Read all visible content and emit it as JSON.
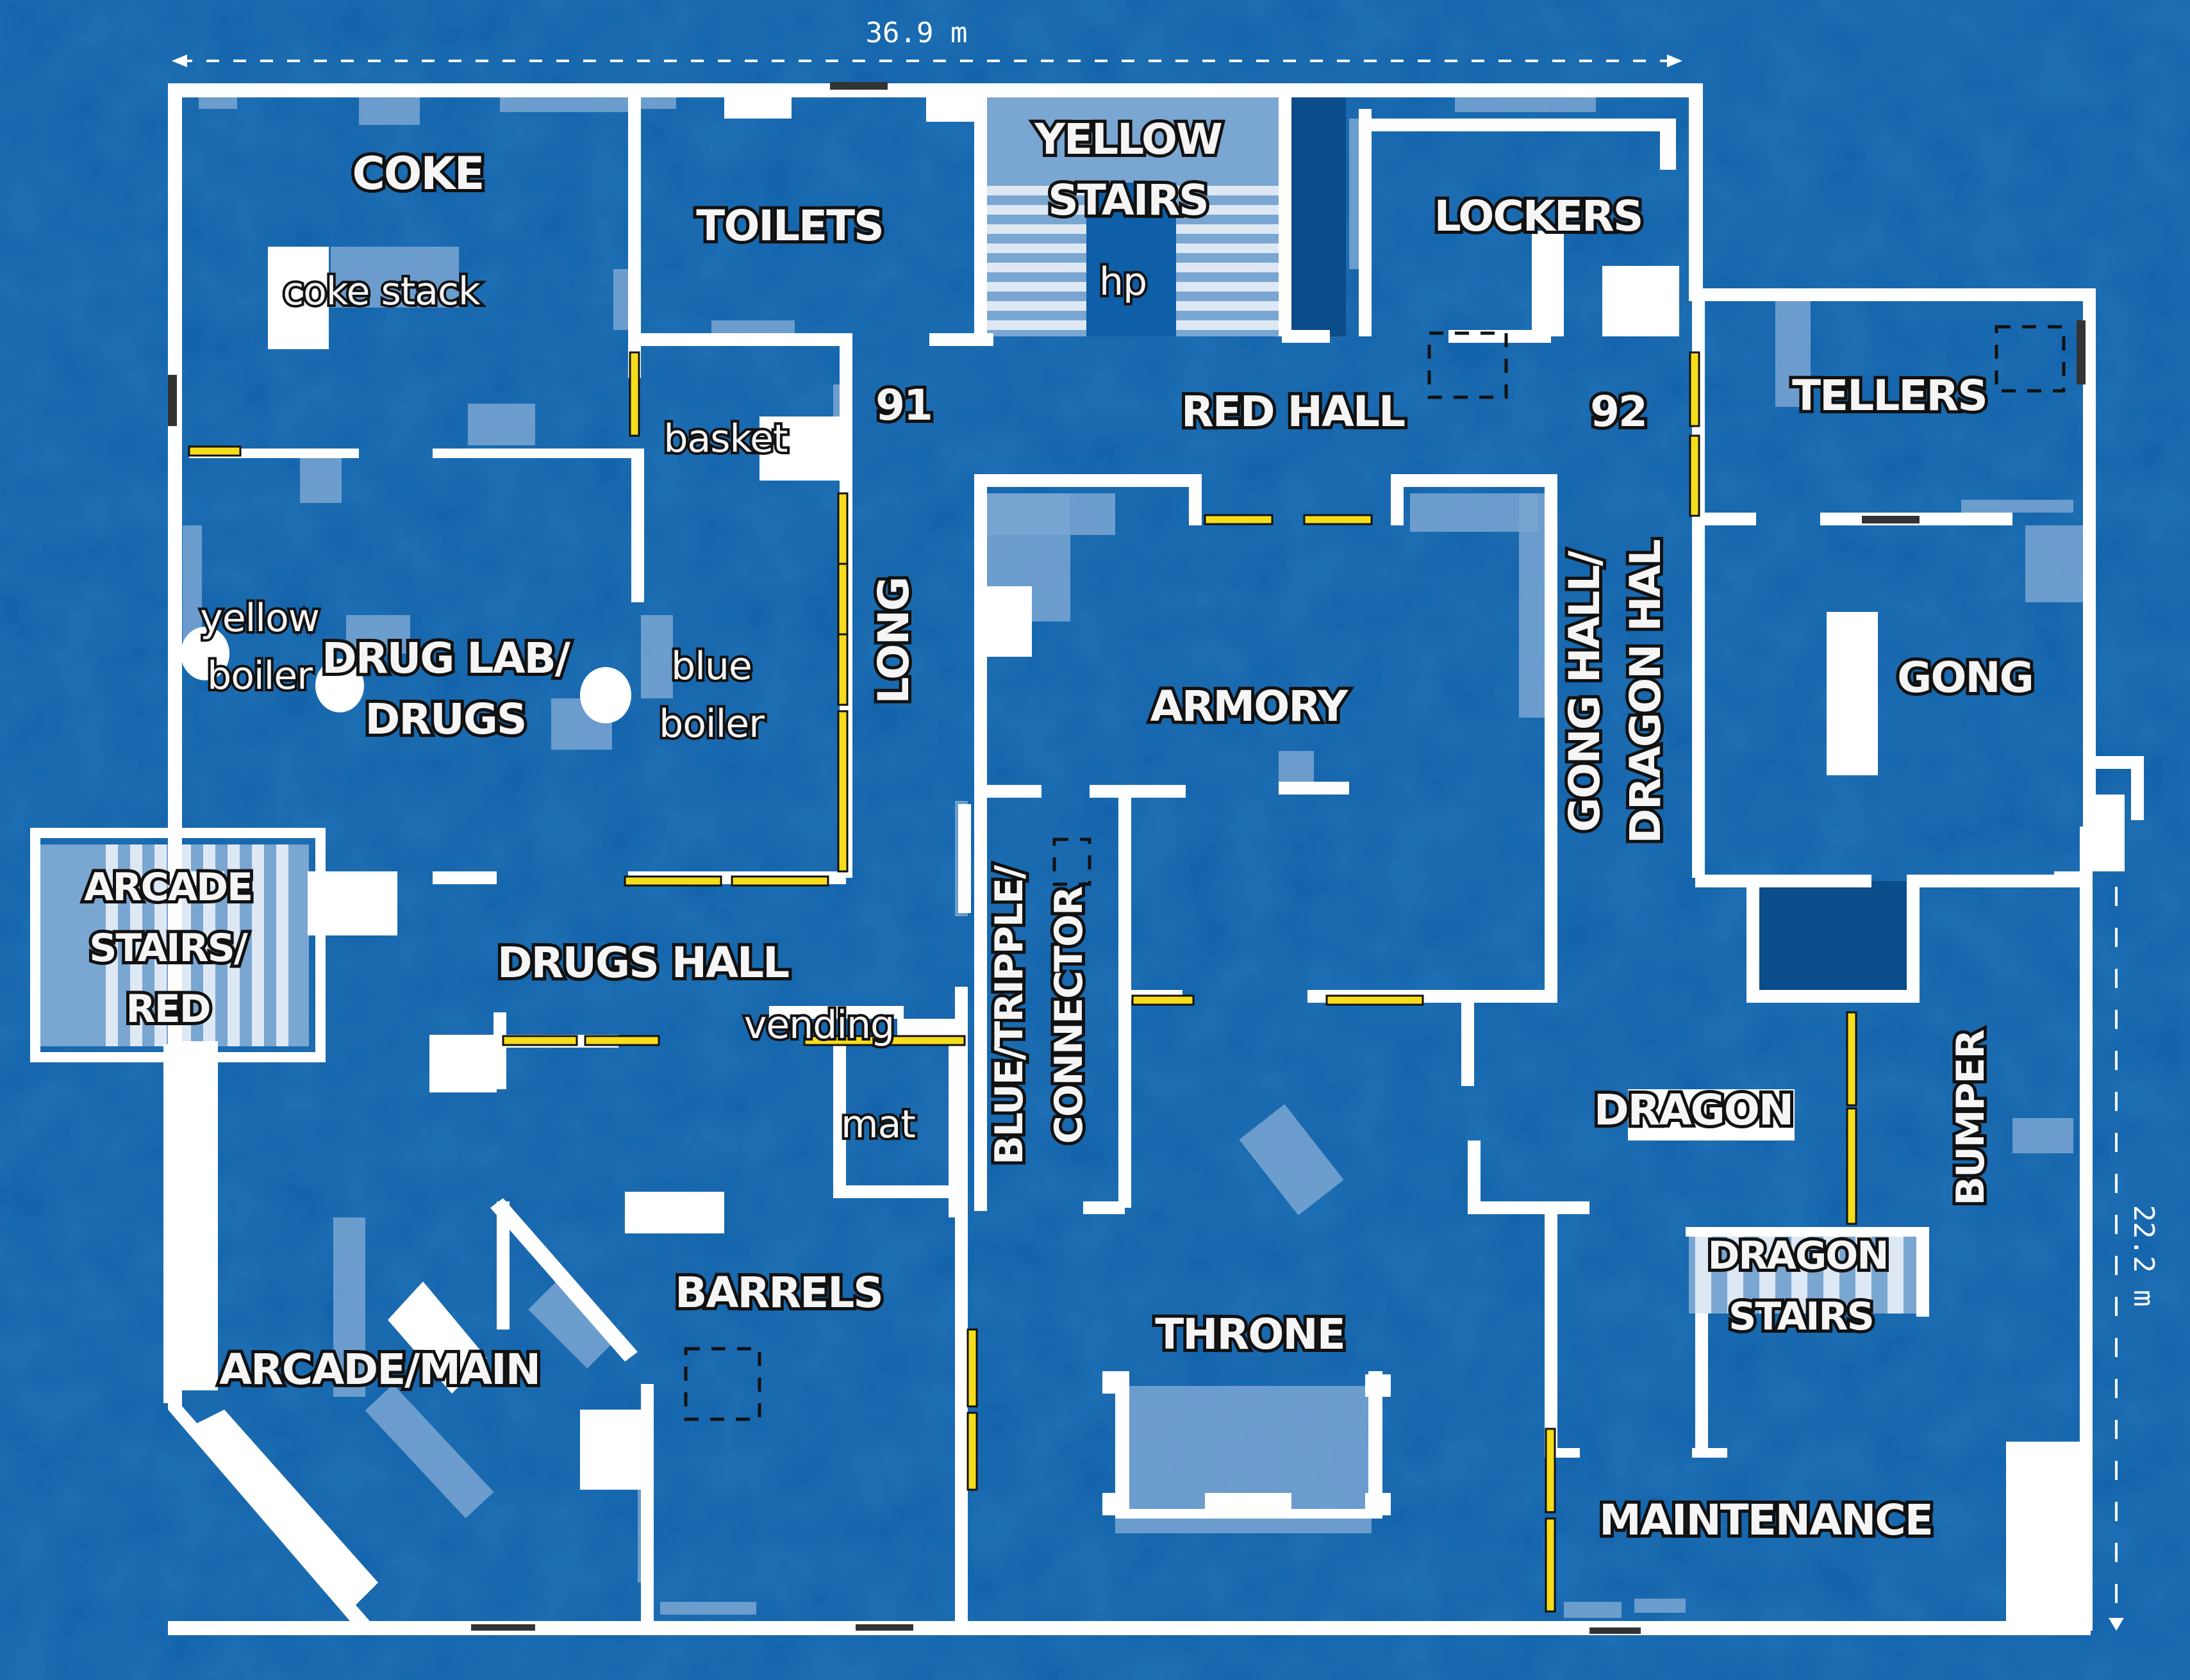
{
  "map": {
    "title": "Floor plan",
    "colors": {
      "background": "#0f5ea8",
      "wall": "#ffffff",
      "furniture": "#7aa6d2",
      "stairs_light": "#dde8f4",
      "dark_block": "#0b4c8a",
      "door_yellow": "#f6dd1c",
      "window_dark": "#333333",
      "label_fill": "#f5f5f5",
      "label_stroke": "#111111"
    },
    "dimensions": {
      "width_label": "36.9 m",
      "height_label": "22.2 m"
    },
    "rooms": [
      {
        "id": "coke",
        "label": "COKE"
      },
      {
        "id": "toilets",
        "label": "TOILETS"
      },
      {
        "id": "yellow-stairs-1",
        "label": "YELLOW"
      },
      {
        "id": "yellow-stairs-2",
        "label": "STAIRS"
      },
      {
        "id": "lockers",
        "label": "LOCKERS"
      },
      {
        "id": "tellers",
        "label": "TELLERS"
      },
      {
        "id": "red-hall",
        "label": "RED HALL"
      },
      {
        "id": "spot-91",
        "label": "91"
      },
      {
        "id": "spot-92",
        "label": "92"
      },
      {
        "id": "drug-lab-1",
        "label": "DRUG LAB/"
      },
      {
        "id": "drug-lab-2",
        "label": "DRUGS"
      },
      {
        "id": "long",
        "label": "LONG"
      },
      {
        "id": "armory",
        "label": "ARMORY"
      },
      {
        "id": "gong-hall-1",
        "label": "GONG HALL/"
      },
      {
        "id": "gong-hall-2",
        "label": "DRAGON HAL"
      },
      {
        "id": "gong",
        "label": "GONG"
      },
      {
        "id": "arcade-stairs-1",
        "label": "ARCADE"
      },
      {
        "id": "arcade-stairs-2",
        "label": "STAIRS/"
      },
      {
        "id": "arcade-stairs-3",
        "label": "RED"
      },
      {
        "id": "drugs-hall",
        "label": "DRUGS HALL"
      },
      {
        "id": "blue-tripple-1",
        "label": "BLUE/TRIPPLE/"
      },
      {
        "id": "blue-tripple-2",
        "label": "CONNECTOR"
      },
      {
        "id": "dragon",
        "label": "DRAGON"
      },
      {
        "id": "bumper",
        "label": "BUMPER"
      },
      {
        "id": "dragon-stairs-1",
        "label": "DRAGON"
      },
      {
        "id": "dragon-stairs-2",
        "label": "STAIRS"
      },
      {
        "id": "barrels",
        "label": "BARRELS"
      },
      {
        "id": "arcade-main",
        "label": "ARCADE/MAIN"
      },
      {
        "id": "throne",
        "label": "THRONE"
      },
      {
        "id": "maintenance",
        "label": "MAINTENANCE"
      }
    ],
    "objects": [
      {
        "id": "coke-stack",
        "label": "coke stack"
      },
      {
        "id": "basket",
        "label": "basket"
      },
      {
        "id": "hp",
        "label": "hp"
      },
      {
        "id": "yellow-boiler-1",
        "label": "yellow"
      },
      {
        "id": "yellow-boiler-2",
        "label": "boiler"
      },
      {
        "id": "blue-boiler-1",
        "label": "blue"
      },
      {
        "id": "blue-boiler-2",
        "label": "boiler"
      },
      {
        "id": "vending",
        "label": "vending"
      },
      {
        "id": "mat",
        "label": "mat"
      }
    ]
  }
}
